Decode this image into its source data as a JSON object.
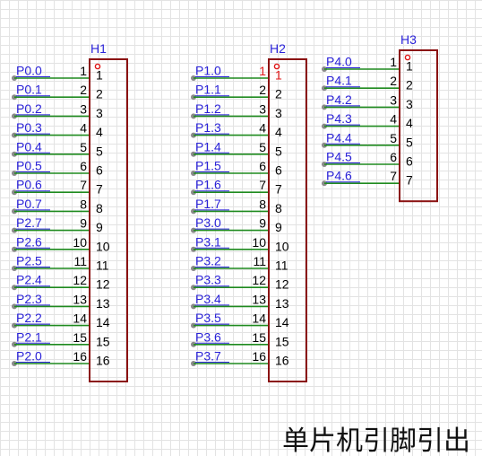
{
  "title": "单片机引脚引出",
  "colors": {
    "wire": "#1e8a1e",
    "body": "#8b1212",
    "net_label": "#2a22d8",
    "pin_number": "#000000",
    "highlight": "#e01818",
    "pin_dot": "#8a8a8a"
  },
  "headers": [
    {
      "designator": "H1",
      "pin_count": 16,
      "pins": [
        "1",
        "2",
        "3",
        "4",
        "5",
        "6",
        "7",
        "8",
        "9",
        "10",
        "11",
        "12",
        "13",
        "14",
        "15",
        "16"
      ],
      "nets": [
        "P0.0",
        "P0.1",
        "P0.2",
        "P0.3",
        "P0.4",
        "P0.5",
        "P0.6",
        "P0.7",
        "P2.7",
        "P2.6",
        "P2.5",
        "P2.4",
        "P2.3",
        "P2.2",
        "P2.1",
        "P2.0"
      ],
      "highlight_pin": null
    },
    {
      "designator": "H2",
      "pin_count": 16,
      "pins": [
        "1",
        "2",
        "3",
        "4",
        "5",
        "6",
        "7",
        "8",
        "9",
        "10",
        "11",
        "12",
        "13",
        "14",
        "15",
        "16"
      ],
      "nets": [
        "P1.0",
        "P1.1",
        "P1.2",
        "P1.3",
        "P1.4",
        "P1.5",
        "P1.6",
        "P1.7",
        "P3.0",
        "P3.1",
        "P3.2",
        "P3.3",
        "P3.4",
        "P3.5",
        "P3.6",
        "P3.7"
      ],
      "highlight_pin": 1
    },
    {
      "designator": "H3",
      "pin_count": 7,
      "pins": [
        "1",
        "2",
        "3",
        "4",
        "5",
        "6",
        "7"
      ],
      "nets": [
        "P4.0",
        "P4.1",
        "P4.2",
        "P4.3",
        "P4.4",
        "P4.5",
        "P4.6"
      ],
      "highlight_pin": null
    }
  ]
}
